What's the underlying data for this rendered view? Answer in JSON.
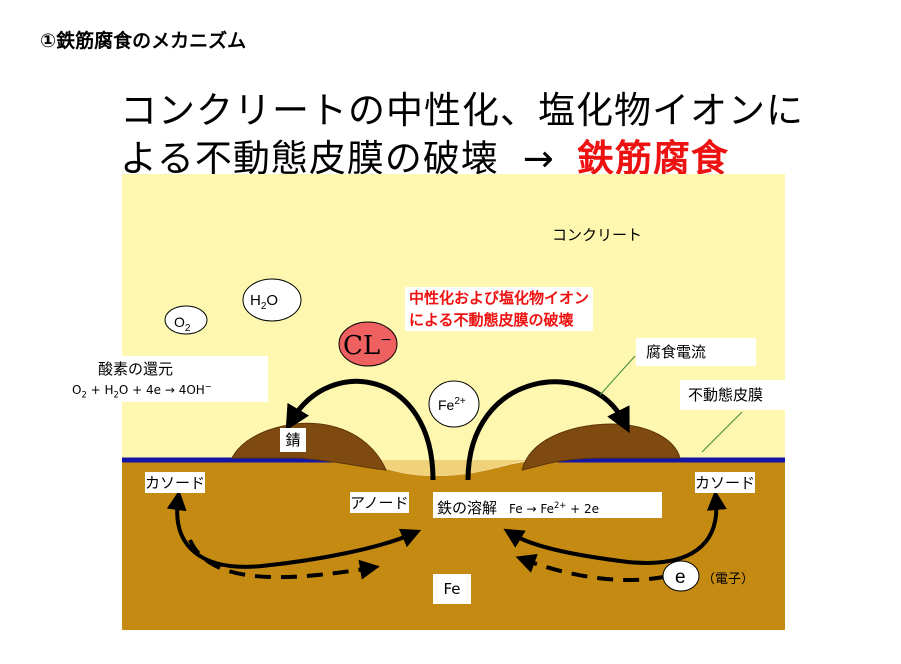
{
  "heading": "①鉄筋腐食のメカニズム",
  "title": {
    "line1": "コンクリートの中性化、塩化物イオンに",
    "line2_prefix": "よる不動態皮膜の破壊",
    "arrow": "→",
    "line2_highlight": "鉄筋腐食"
  },
  "labels": {
    "concrete": "コンクリート",
    "warning_line1": "中性化および塩化物イオン",
    "warning_line2": "による不動態皮膜の破壊",
    "oxygen_reduction_title": "酸素の還元",
    "corrosion_current": "腐食電流",
    "passive_film": "不動態皮膜",
    "rust": "錆",
    "cathode_left": "カソード",
    "cathode_right": "カソード",
    "anode": "アノード",
    "iron_dissolution": "鉄の溶解",
    "iron_metal": "Fe",
    "electron": "e",
    "electron_note": "（電子）"
  },
  "species": {
    "o2": "O",
    "o2_sub": "2",
    "h2o_pre": "H",
    "h2o_sub": "2",
    "h2o_post": "O",
    "cl": "CL",
    "cl_sup": "−",
    "fe_ion": "Fe",
    "fe_ion_sup": "2+"
  },
  "equations": {
    "oxygen_reduction": {
      "o": "O",
      "o_sub": "2",
      "plus_h": " + H",
      "h_sub": "2",
      "rest_pre": "O + 4e → 4OH",
      "rest_sup": "−"
    },
    "dissolution": {
      "pre": "Fe → Fe",
      "sup": "2+",
      "post": " + 2e"
    }
  },
  "colors": {
    "concrete": "#fdf7b0",
    "steel": "#c48a12",
    "rust": "#7f4a10",
    "passive_film": "#1515a8",
    "cl_bubble": "#ef6161",
    "title_highlight": "#ee1111",
    "pointer_line": "#3a8a3a"
  }
}
